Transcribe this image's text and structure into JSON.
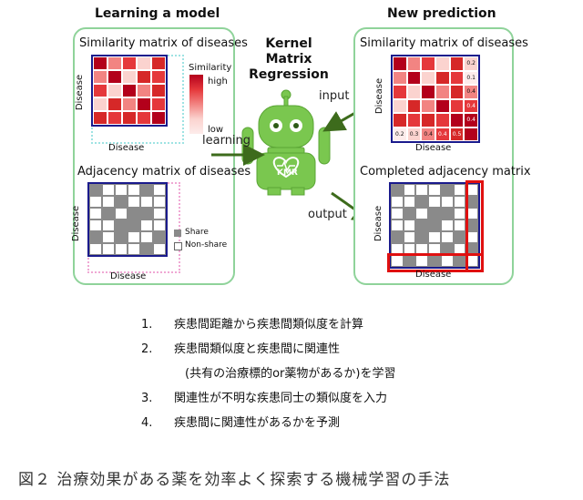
{
  "left_title": "Learning a model",
  "right_title": "New prediction",
  "left_panel": {
    "sim_title": "Similarity matrix of diseases",
    "sim_ylabel": "Disease",
    "sim_xlabel": "Disease",
    "legend_title": "Similarity",
    "legend_high": "high",
    "legend_low": "low",
    "adj_title": "Adjacency matrix of diseases",
    "adj_ylabel": "Disease",
    "adj_xlabel": "Disease",
    "share_label": "Share",
    "nonshare_label": "Non-share"
  },
  "center": {
    "kmr_line1": "Kernel",
    "kmr_line2": "Matrix",
    "kmr_line3": "Regression",
    "robot_label": "KMR",
    "learning_label": "learning",
    "input_label": "input",
    "output_label": "output"
  },
  "right_panel": {
    "sim_title": "Similarity matrix of diseases",
    "sim_ylabel": "Disease",
    "sim_xlabel": "Disease",
    "new_col_values": [
      "0.2",
      "0.1",
      "0.4",
      "0.4",
      "0.4"
    ],
    "new_row_values": [
      "0.2",
      "0.3",
      "0.4",
      "0.4",
      "0.5"
    ],
    "completed_title": "Completed adjacency matrix",
    "completed_ylabel": "Disease",
    "completed_xlabel": "Disease"
  },
  "steps": [
    {
      "num": "1.",
      "text": "疾患間距離から疾患間類似度を計算"
    },
    {
      "num": "2.",
      "text": "疾患間類似度と疾患間に関連性"
    },
    {
      "num": "",
      "text": "(共有の治療標的or薬物があるか)を学習"
    },
    {
      "num": "3.",
      "text": "関連性が不明な疾患同士の類似度を入力"
    },
    {
      "num": "4.",
      "text": "疾患間に関連性があるかを予測"
    }
  ],
  "caption": "図２ 治療効果がある薬を効率よく探索する機械学習の手法",
  "colors": {
    "panel_border": "#8fd39a",
    "matrix_border": "#1a1a8c",
    "red_border": "#e01010",
    "arrow": "#3d6b1c",
    "robot": "#7ac74f",
    "share": "#8a8a8a"
  }
}
